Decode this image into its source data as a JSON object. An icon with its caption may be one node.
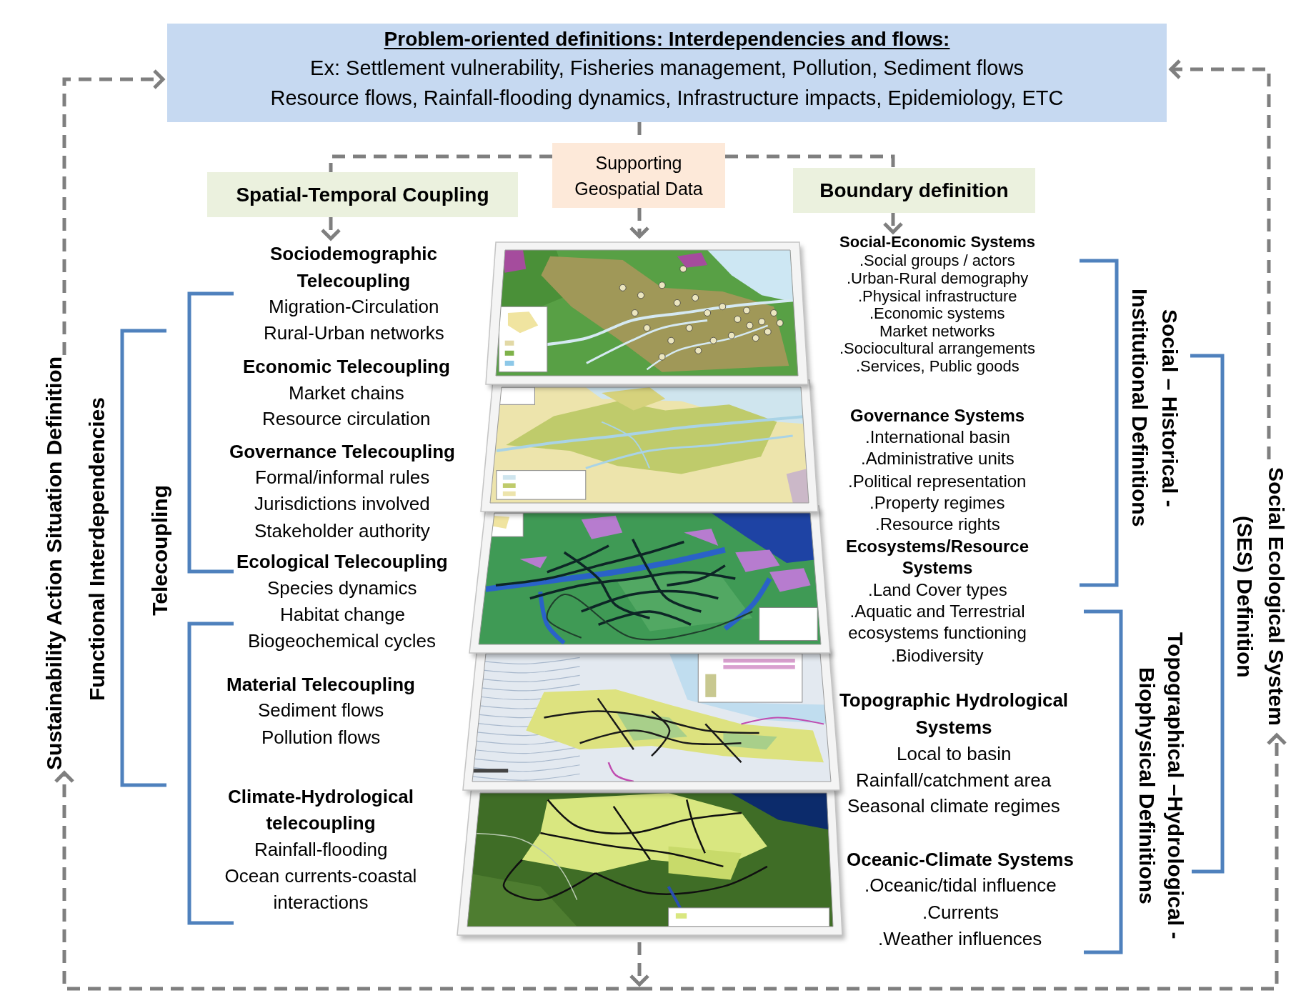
{
  "diagram": {
    "nodes": [
      {
        "text": [
          "Problem-oriented definitions: Interdependencies and flows:",
          "Ex: Settlement vulnerability, Fisheries management, Pollution, Sediment flows Resource flows, Rainfall-flooding dynamics, Infrastructure impacts, Epidemiology, ETC"
        ]
      },
      {
        "text": [
          "Supporting Geospatial Data"
        ]
      },
      {
        "text": [
          "Spatial-Temporal Coupling"
        ]
      },
      {
        "text": [
          "Boundary definition"
        ]
      },
      {
        "text": [],
        "shape": "picture"
      },
      {
        "text": [
          "Sociodemographic Telecoupling"
        ]
      },
      {
        "text": [
          "Social-Economic Systems"
        ]
      },
      {
        "text": [
          "Sustainability Action Situation Definition"
        ]
      },
      {
        "text": [
          "Social Ecological System (SES) Definition"
        ]
      }
    ],
    "edges": [
      {
        "from": 0,
        "to": 1,
        "arrow": "none",
        "style": "dashed"
      },
      {
        "from": 1,
        "to": 2,
        "arrow": "none",
        "style": "dashed"
      },
      {
        "from": 2,
        "to": 5,
        "arrow": "to",
        "style": "dashed"
      },
      {
        "from": 1,
        "to": 3,
        "arrow": "none",
        "style": "dashed"
      },
      {
        "from": 3,
        "to": 6,
        "arrow": "to",
        "style": "dashed"
      },
      {
        "from": 1,
        "to": 4,
        "arrow": "to",
        "style": "dashed"
      },
      {
        "from": 4,
        "to": 7,
        "arrow": "to",
        "style": "dashed"
      },
      {
        "from": 7,
        "to": 0,
        "arrow": "to",
        "style": "dashed"
      },
      {
        "from": 4,
        "to": 8,
        "arrow": "to",
        "style": "dashed"
      },
      {
        "from": 8,
        "to": 0,
        "arrow": "to",
        "style": "dashed"
      }
    ],
    "labels": [
      "Functional Interdependencies",
      "Telecoupling",
      "Migration-Circulation",
      "Rural-Urban networks",
      "Economic Telecoupling",
      "Market chains",
      "Resource circulation",
      "Governance Telecoupling",
      "Formal/informal rules",
      "Jurisdictions involved",
      "Stakeholder authority",
      "Ecological Telecoupling",
      "Species dynamics",
      "Habitat change",
      "Biogeochemical cycles",
      "Material Telecoupling",
      "Sediment flows",
      "Pollution flows",
      "Climate-Hydrological telecoupling",
      "Rainfall-flooding",
      "Ocean currents-coastal interactions",
      ".Social groups / actors",
      ".Urban-Rural demography",
      ".Physical infrastructure",
      ".Economic systems",
      "Market networks",
      ".Sociocultural arrangements",
      ".Services, Public goods",
      "Governance Systems",
      ".International basin",
      ".Administrative units",
      ".Political representation",
      ".Property regimes",
      ".Resource rights",
      "Ecosystems/Resource Systems",
      ".Land Cover types",
      ".Aquatic and Terrestrial ecosystems functioning",
      ".Biodiversity",
      "Topographic Hydrological Systems",
      "Local to basin",
      "Rainfall/catchment area",
      "Seasonal climate regimes",
      "Oceanic-Climate Systems",
      ".Oceanic/tidal influence",
      ".Currents",
      ".Weather influences",
      "Social – Historical - Institutional Definitions",
      "Topographical –Hydrological - Biophysical Definitions"
    ]
  }
}
